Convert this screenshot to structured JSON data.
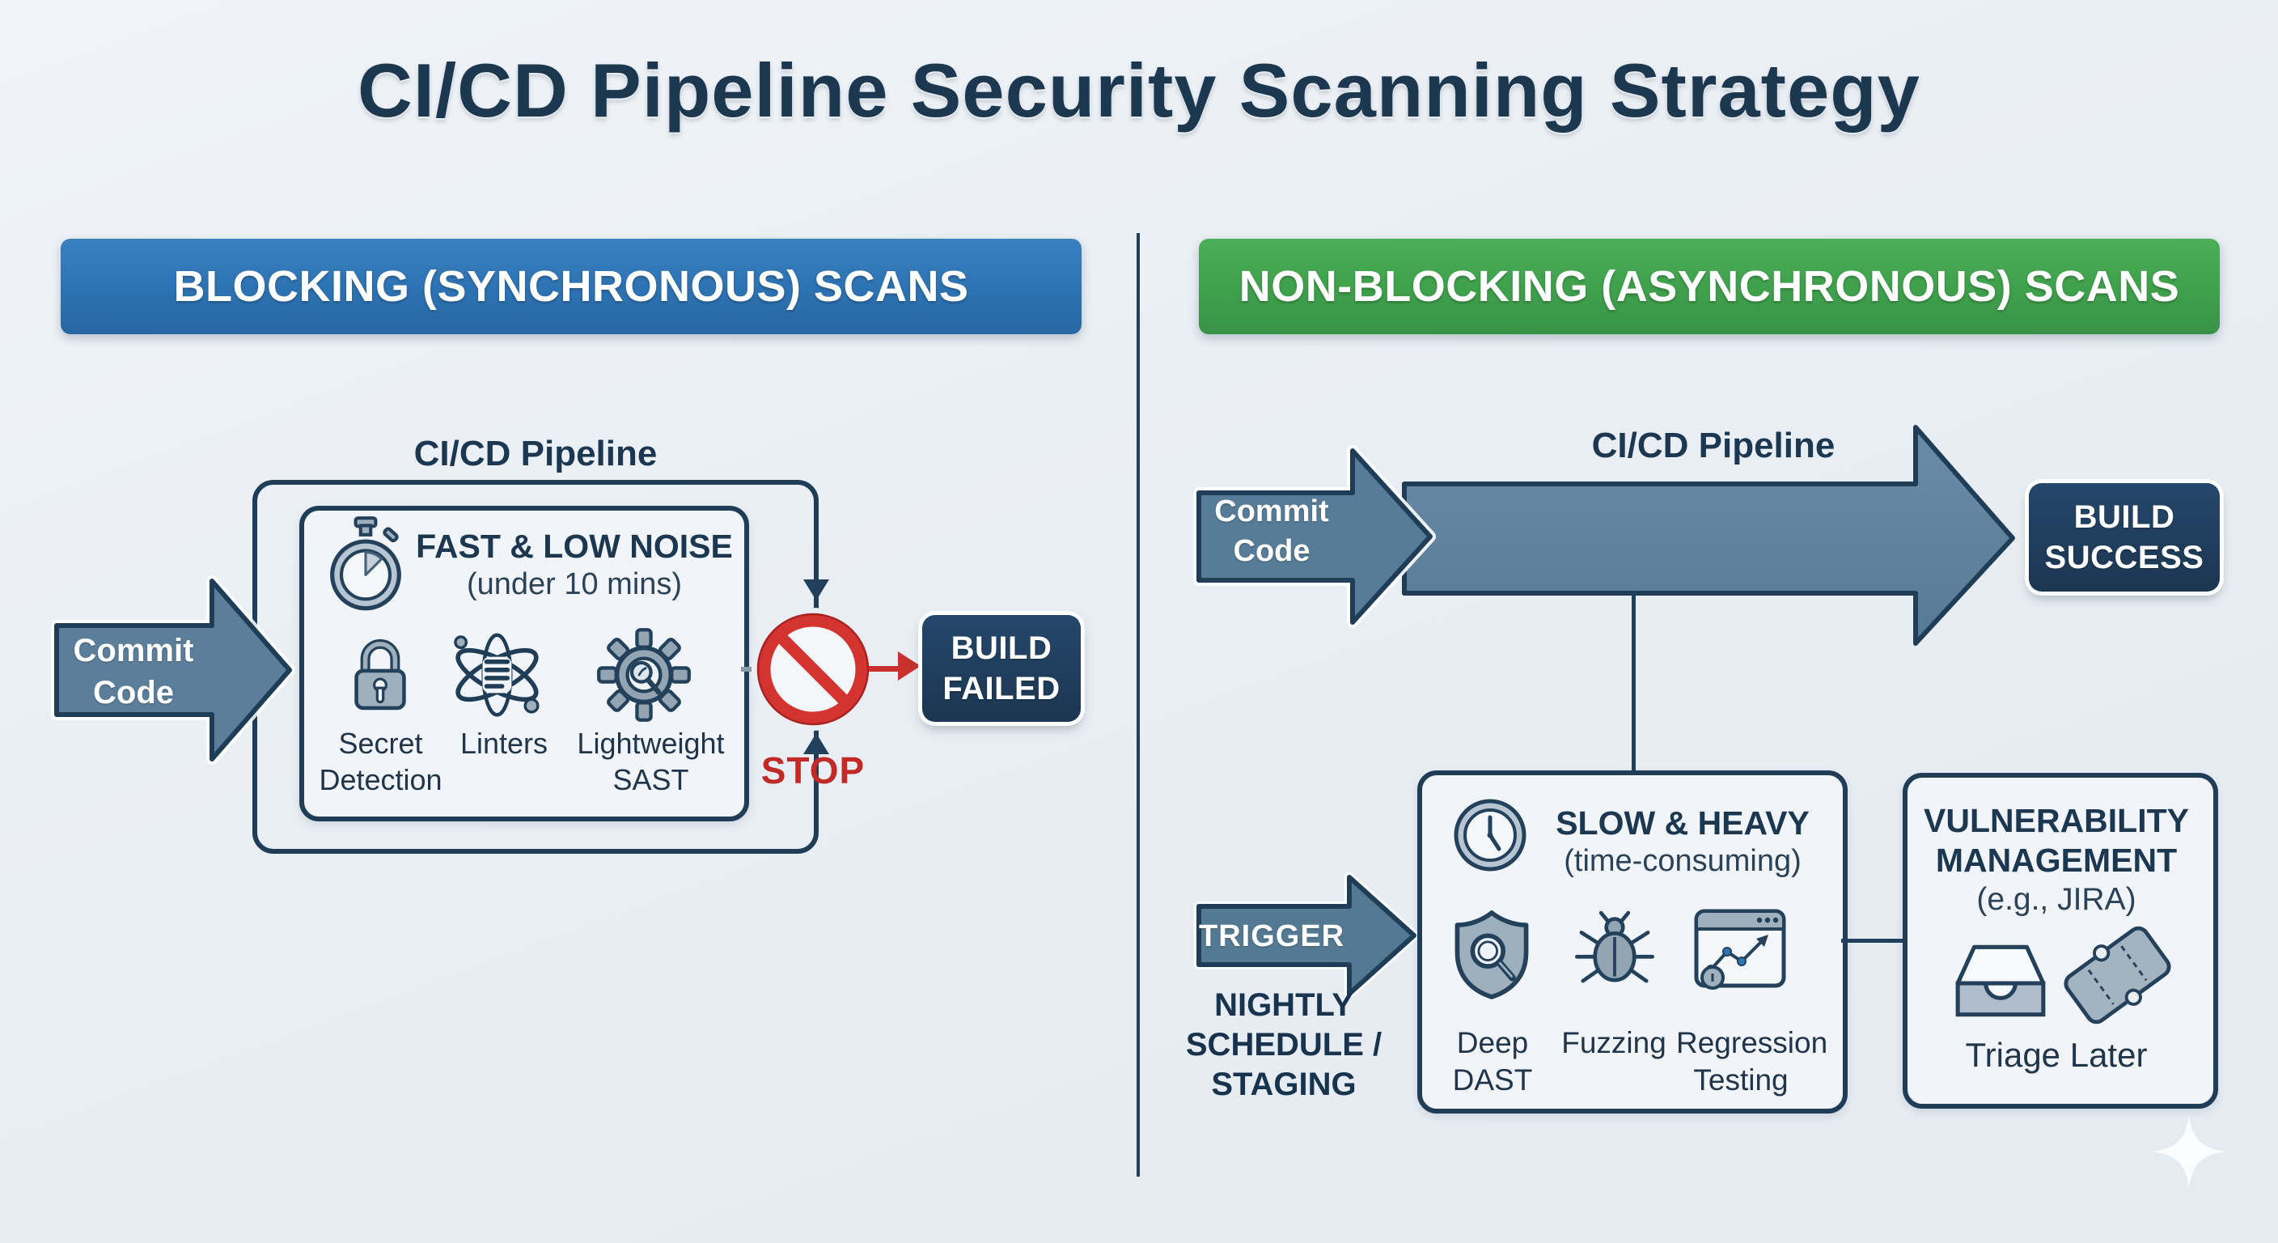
{
  "title": "CI/CD Pipeline Security Scanning Strategy",
  "colors": {
    "blue_header": "#2e75b6",
    "green_header": "#41a44e",
    "navy": "#1f3d57",
    "steel_arrow": "#5b7e9a",
    "stop_red": "#d4342f",
    "badge_navy": "#1e3c57",
    "background": "#e9eef4"
  },
  "left": {
    "header": "BLOCKING (SYNCHRONOUS) SCANS",
    "pipeline_label": "CI/CD Pipeline",
    "commit_arrow": {
      "line1": "Commit",
      "line2": "Code"
    },
    "scan_panel": {
      "heading": "FAST & LOW NOISE",
      "subheading": "(under 10 mins)",
      "scans": [
        {
          "icon": "lock",
          "line1": "Secret",
          "line2": "Detection"
        },
        {
          "icon": "atom",
          "line1": "Linters",
          "line2": ""
        },
        {
          "icon": "gear-magnifier",
          "line1": "Lightweight",
          "line2": "SAST"
        }
      ]
    },
    "stop_label": "STOP",
    "build_failed": {
      "line1": "BUILD",
      "line2": "FAILED"
    }
  },
  "right": {
    "header": "NON-BLOCKING (ASYNCHRONOUS) SCANS",
    "pipeline_label": "CI/CD Pipeline",
    "commit_arrow": {
      "line1": "Commit",
      "line2": "Code"
    },
    "build_success": {
      "line1": "BUILD",
      "line2": "SUCCESS"
    },
    "trigger_label": "TRIGGER",
    "trigger_caption": {
      "line1": "NIGHTLY",
      "line2": "SCHEDULE /",
      "line3": "STAGING"
    },
    "slow_panel": {
      "heading": "SLOW & HEAVY",
      "subheading": "(time-consuming)",
      "scans": [
        {
          "icon": "shield-magnifier",
          "line1": "Deep",
          "line2": "DAST"
        },
        {
          "icon": "bug",
          "line1": "Fuzzing",
          "line2": ""
        },
        {
          "icon": "browser-chart",
          "line1": "Regression",
          "line2": "Testing"
        }
      ]
    },
    "vuln_panel": {
      "title_line1": "VULNERABILITY",
      "title_line2": "MANAGEMENT",
      "subtitle": "(e.g., JIRA)",
      "icons": [
        "inbox",
        "ticket"
      ],
      "caption": "Triage Later"
    }
  }
}
